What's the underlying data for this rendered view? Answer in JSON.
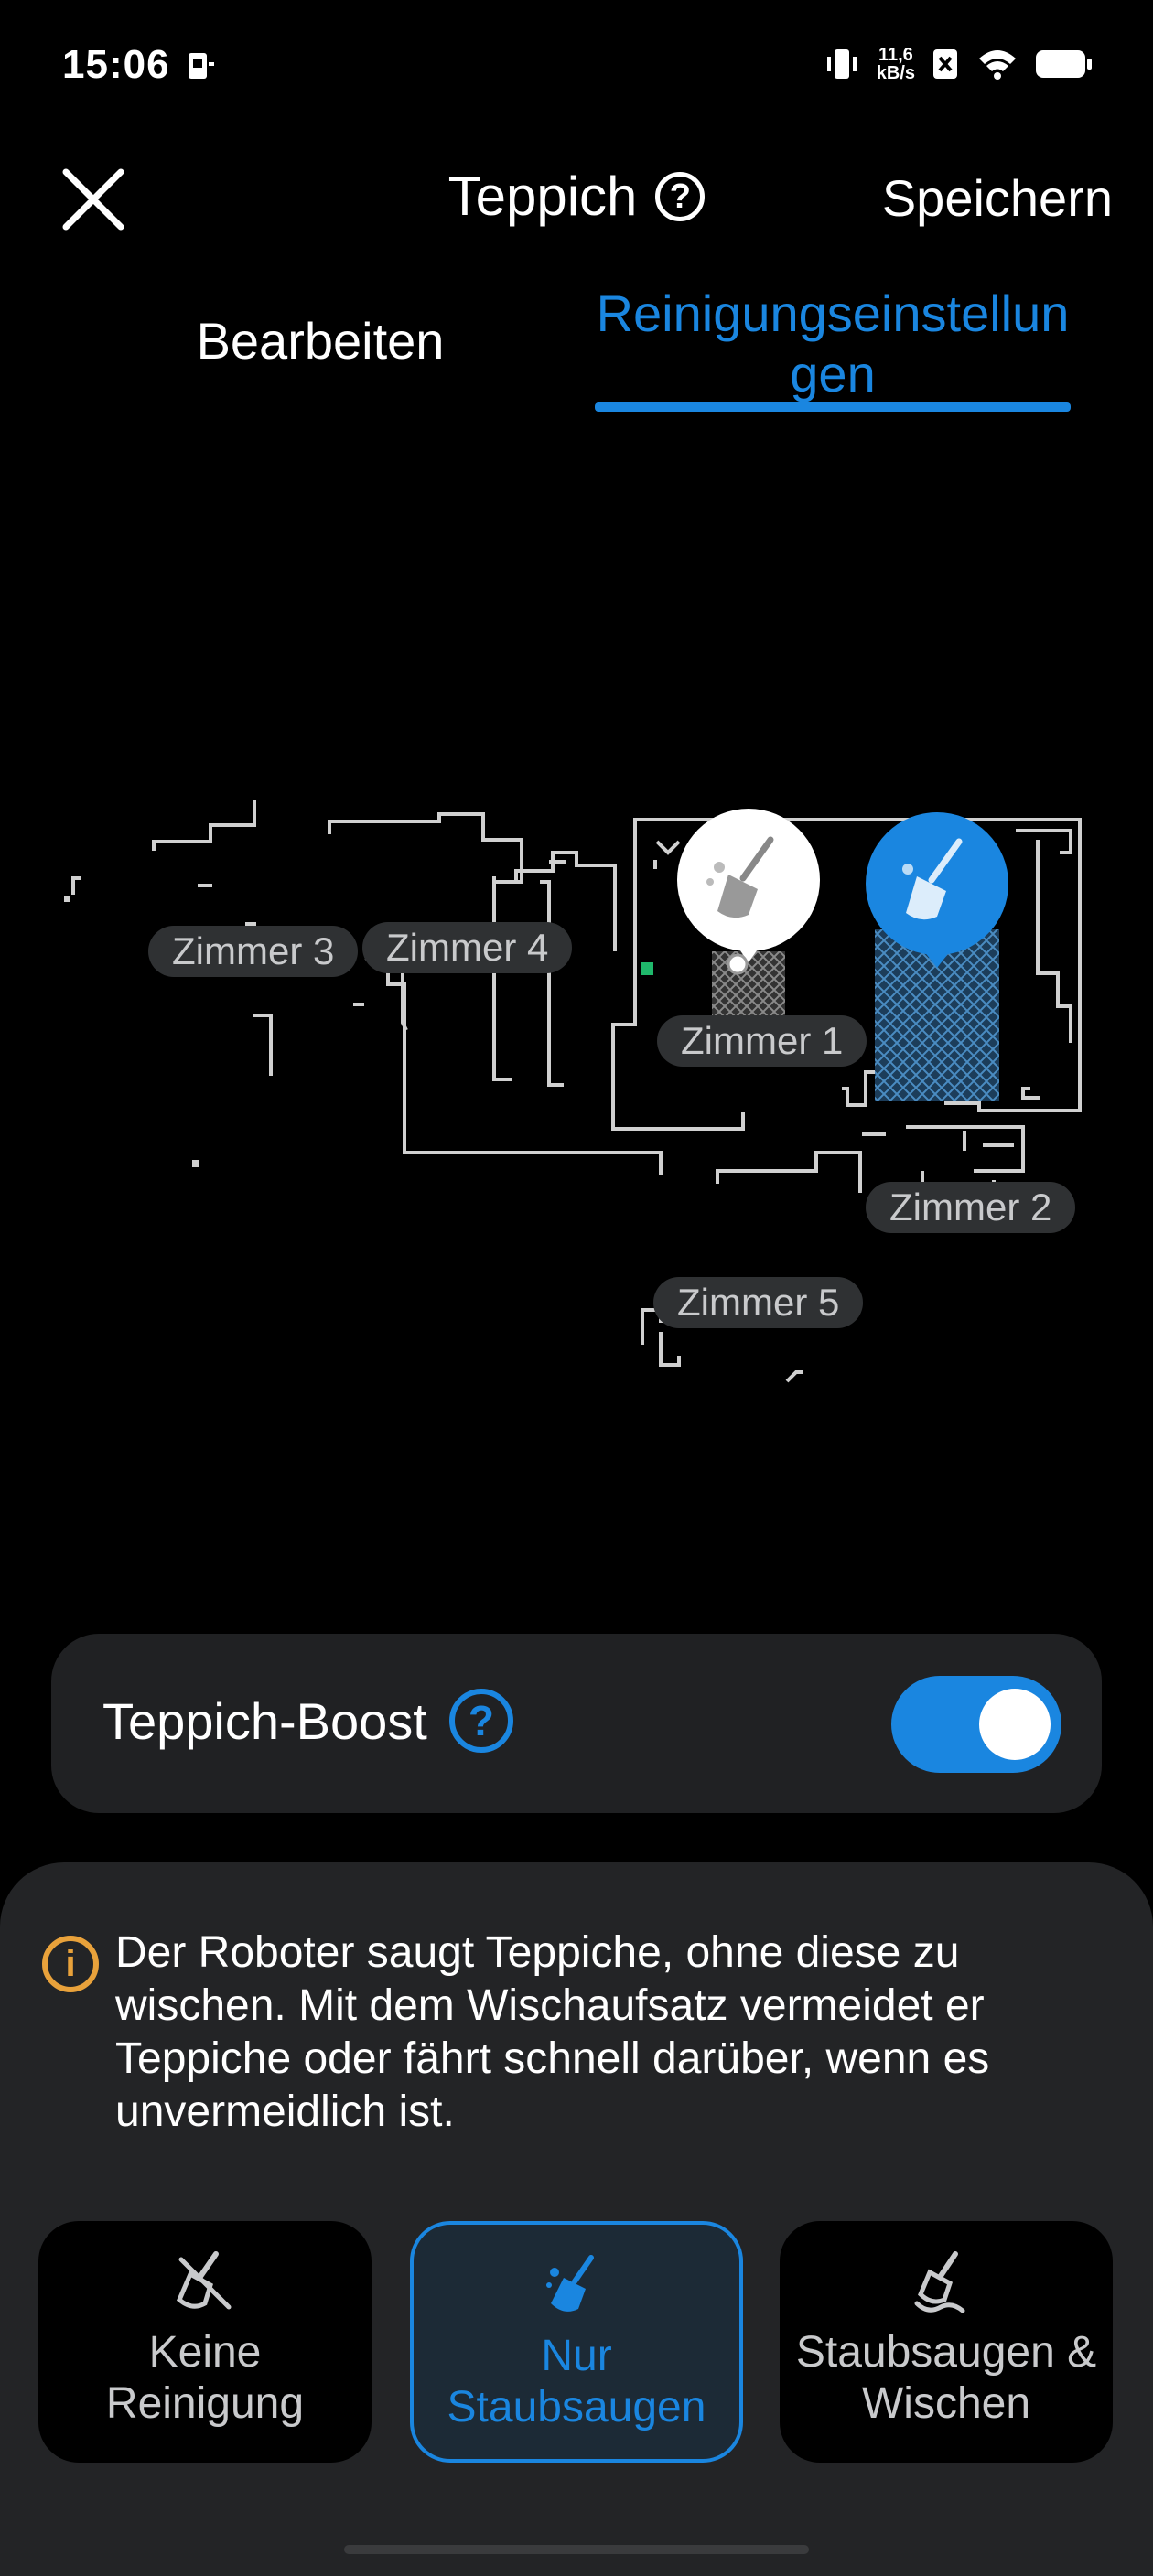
{
  "status_bar": {
    "time": "15:06",
    "net_speed_value": "11,6",
    "net_speed_unit": "kB/s",
    "icons": [
      "sim-icon",
      "vibrate-icon",
      "no-sim-icon",
      "wifi-icon",
      "battery-icon"
    ]
  },
  "header": {
    "title": "Teppich",
    "help_symbol": "?",
    "save_label": "Speichern"
  },
  "tabs": {
    "edit_label": "Bearbeiten",
    "clean_label_line1": "Reinigungseinstellun",
    "clean_label_line2": "gen",
    "active": "clean"
  },
  "map": {
    "rooms": [
      "Zimmer 3",
      "Zimmer 4",
      "Zimmer 1",
      "Zimmer 2",
      "Zimmer 5"
    ]
  },
  "boost": {
    "label": "Teppich-Boost",
    "help_symbol": "?",
    "enabled": true
  },
  "info": {
    "icon_symbol": "i",
    "text": "Der Roboter saugt Teppiche, ohne diese zu wischen. Mit dem Wischaufsatz vermeidet er Teppiche oder fährt schnell darüber, wenn es unvermeidlich ist."
  },
  "options": [
    {
      "line1": "Keine",
      "line2": "Reinigung",
      "icon": "no-clean-icon",
      "selected": false
    },
    {
      "line1": "Nur",
      "line2": "Staubsaugen",
      "icon": "vacuum-icon",
      "selected": true
    },
    {
      "line1": "Staubsaugen &",
      "line2": "Wischen",
      "icon": "vacuum-mop-icon",
      "selected": false
    }
  ],
  "colors": {
    "accent": "#1a86e0",
    "warning": "#e9a23b",
    "card": "#202123",
    "sheet": "#232426"
  }
}
